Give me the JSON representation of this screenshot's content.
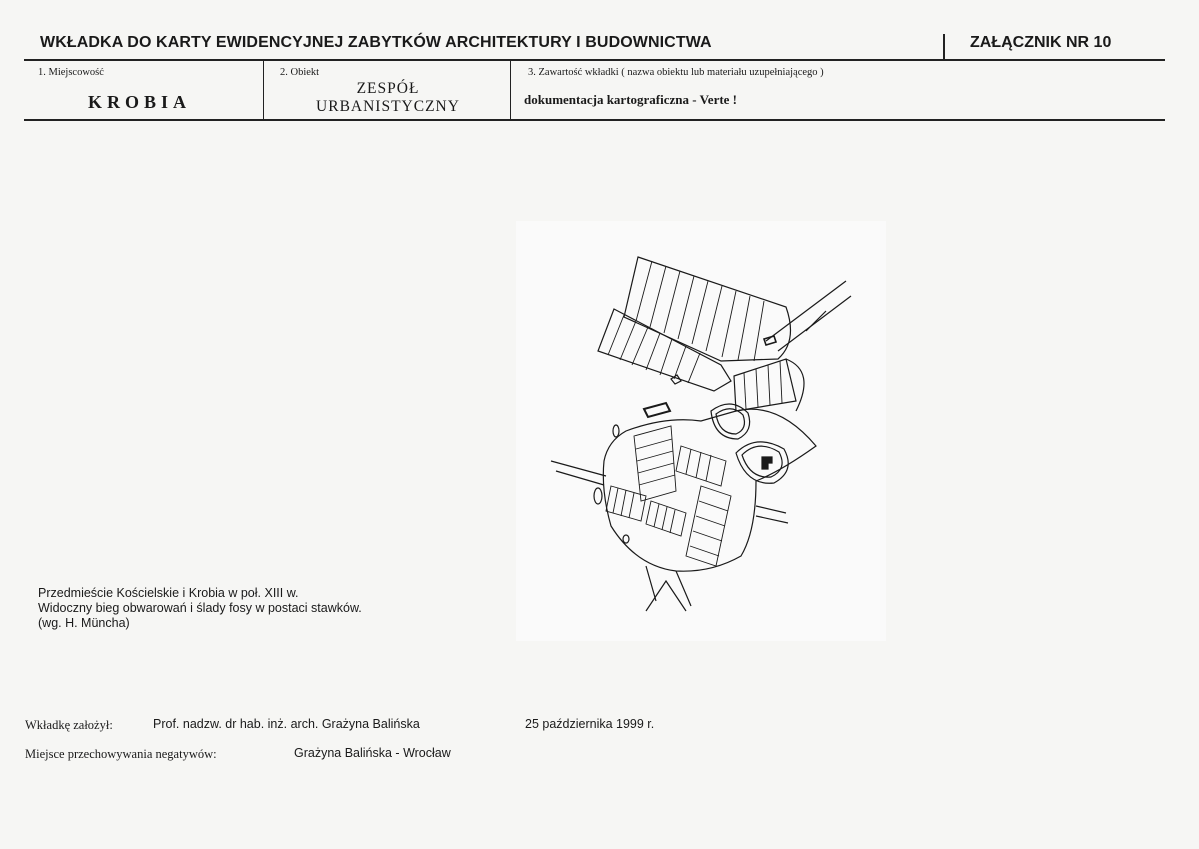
{
  "header": {
    "title": "WKŁADKA DO KARTY EWIDENCYJNEJ ZABYTKÓW ARCHITEKTURY I BUDOWNICTWA",
    "annex": "ZAŁĄCZNIK NR 10"
  },
  "fields": {
    "locality_label": "1. Miejscowość",
    "locality_value": "KROBIA",
    "object_label": "2. Obiekt",
    "object_value_line1": "ZESPÓŁ",
    "object_value_line2": "URBANISTYCZNY",
    "content_label": "3. Zawartość wkładki ( nazwa obiektu lub materiału uzupełniającego )",
    "content_value": "dokumentacja kartograficzna - Verte !"
  },
  "caption": {
    "line1": "Przedmieście Kościelskie i Krobia w poł. XIII w.",
    "line2": "Widoczny bieg obwarowań i ślady fosy w postaci stawków.",
    "line3": "(wg. H. Müncha)"
  },
  "footer": {
    "created_by_label": "Wkładkę założył:",
    "created_by_value": "Prof. nadzw. dr hab. inż. arch. Grażyna Balińska",
    "date": "25 października 1999 r.",
    "negatives_label": "Miejsce przechowywania negatywów:",
    "negatives_value": "Grażyna Balińska - Wrocław"
  },
  "colors": {
    "ink": "#1a1a1a",
    "paper": "#f6f6f4"
  }
}
